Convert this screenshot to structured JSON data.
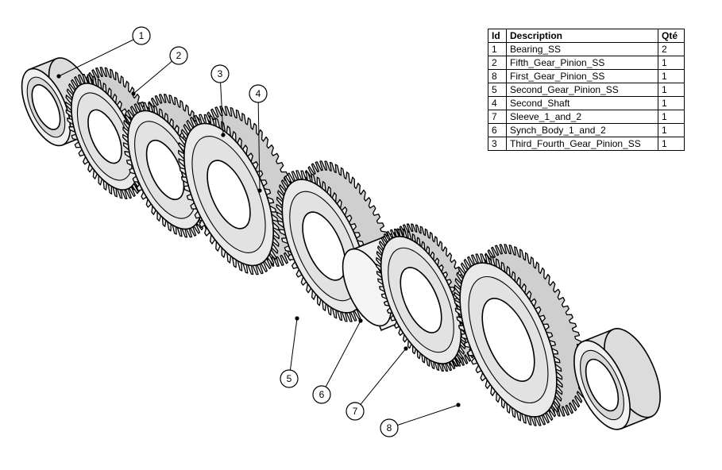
{
  "bom": {
    "headers": {
      "id": "Id",
      "description": "Description",
      "qty": "Qté"
    },
    "rows": [
      {
        "id": "1",
        "description": "Bearing_SS",
        "qty": "2"
      },
      {
        "id": "2",
        "description": "Fifth_Gear_Pinion_SS",
        "qty": "1"
      },
      {
        "id": "8",
        "description": "First_Gear_Pinion_SS",
        "qty": "1"
      },
      {
        "id": "5",
        "description": "Second_Gear_Pinion_SS",
        "qty": "1"
      },
      {
        "id": "4",
        "description": "Second_Shaft",
        "qty": "1"
      },
      {
        "id": "7",
        "description": "Sleeve_1_and_2",
        "qty": "1"
      },
      {
        "id": "6",
        "description": "Synch_Body_1_and_2",
        "qty": "1"
      },
      {
        "id": "3",
        "description": "Third_Fourth_Gear_Pinion_SS",
        "qty": "1"
      }
    ]
  },
  "balloons": [
    {
      "label": "1"
    },
    {
      "label": "2"
    },
    {
      "label": "3"
    },
    {
      "label": "4"
    },
    {
      "label": "5"
    },
    {
      "label": "6"
    },
    {
      "label": "7"
    },
    {
      "label": "8"
    }
  ]
}
